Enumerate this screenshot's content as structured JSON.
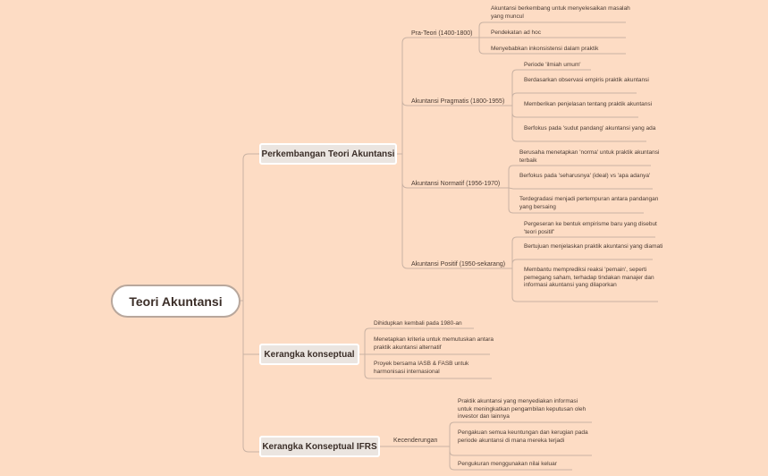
{
  "root": {
    "label": "Teori Akuntansi"
  },
  "branches": [
    {
      "label": "Perkembangan Teori Akuntansi",
      "children": [
        {
          "label": "Pra-Teori (1400-1800)",
          "items": [
            "Akuntansi berkembang untuk menyelesaikan masalah yang muncul",
            "Pendekatan ad hoc",
            "Menyebabkan inkonsistensi dalam praktik"
          ]
        },
        {
          "label": "Akuntansi Pragmatis (1800-1955)",
          "items": [
            "Periode 'ilmiah umum'",
            "Berdasarkan observasi empiris praktik akuntansi",
            "Memberikan penjelasan tentang praktik akuntansi",
            "Berfokus pada 'sudut pandang' akuntansi yang ada"
          ]
        },
        {
          "label": "Akuntansi Normatif (1956-1970)",
          "items": [
            "Berusaha menetapkan 'norma' untuk praktik akuntansi terbaik",
            "Berfokus pada 'seharusnya' (ideal) vs 'apa adanya'",
            "Terdegradasi menjadi pertempuran antara pandangan yang bersaing"
          ]
        },
        {
          "label": "Akuntansi Positif (1950-sekarang)",
          "items": [
            "Pergeseran ke bentuk empirisme baru yang disebut 'teori positif'",
            "Bertujuan menjelaskan praktik akuntansi yang diamati",
            "Membantu memprediksi reaksi 'pemain', seperti pemegang saham, terhadap tindakan manajer dan informasi akuntansi yang dilaporkan"
          ]
        }
      ]
    },
    {
      "label": "Kerangka konseptual",
      "items": [
        "Dihidupkan kembali pada 1980-an",
        "Menetapkan kriteria untuk memutuskan antara praktik akuntansi alternatif",
        "Proyek bersama IASB & FASB untuk harmonisasi internasional"
      ]
    },
    {
      "label": "Kerangka Konseptual IFRS",
      "children": [
        {
          "label": "Kecenderungan",
          "items": [
            "Praktik akuntansi yang menyediakan informasi untuk meningkatkan pengambilan keputusan oleh investor dan lainnya",
            "Pengakuan semua keuntungan dan kerugian pada periode akuntansi di mana mereka terjadi",
            "Pengukuran menggunakan nilai keluar"
          ]
        }
      ]
    }
  ],
  "colors": {
    "background": "#fddcc4",
    "line": "#c9b2a3",
    "node_fill": "#ebe5e0"
  }
}
